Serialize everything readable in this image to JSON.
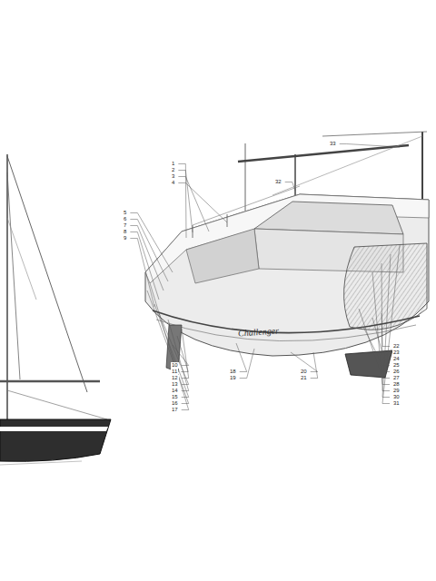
{
  "diagram": {
    "labels": [
      "Challenger",
      "1",
      "2",
      "3",
      "4",
      "5",
      "6",
      "7",
      "8",
      "9",
      "10",
      "11",
      "12",
      "13",
      "14",
      "15",
      "16",
      "17",
      "18",
      "19",
      "20",
      "21",
      "22",
      "23",
      "24",
      "25",
      "26",
      "27",
      "28",
      "29",
      "30",
      "31",
      "32",
      "33"
    ]
  }
}
